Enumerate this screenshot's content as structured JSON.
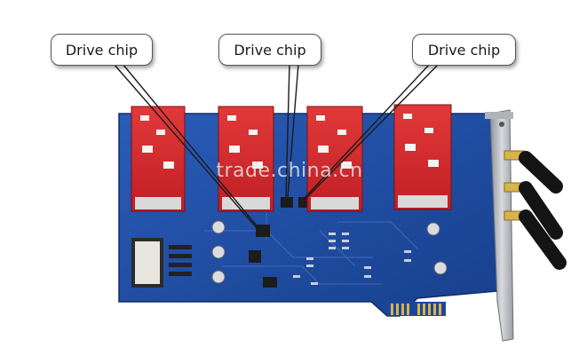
{
  "callouts": [
    {
      "label": "Drive chip"
    },
    {
      "label": "Drive chip"
    },
    {
      "label": "Drive chip"
    }
  ],
  "watermark": "trade.china.cn",
  "colors": {
    "pcb": "#1f4fa8",
    "module": "#d4272b",
    "bracket": "#b9bcc0",
    "gold_finger": "#d8b24a",
    "antenna": "#1b1b1b"
  }
}
